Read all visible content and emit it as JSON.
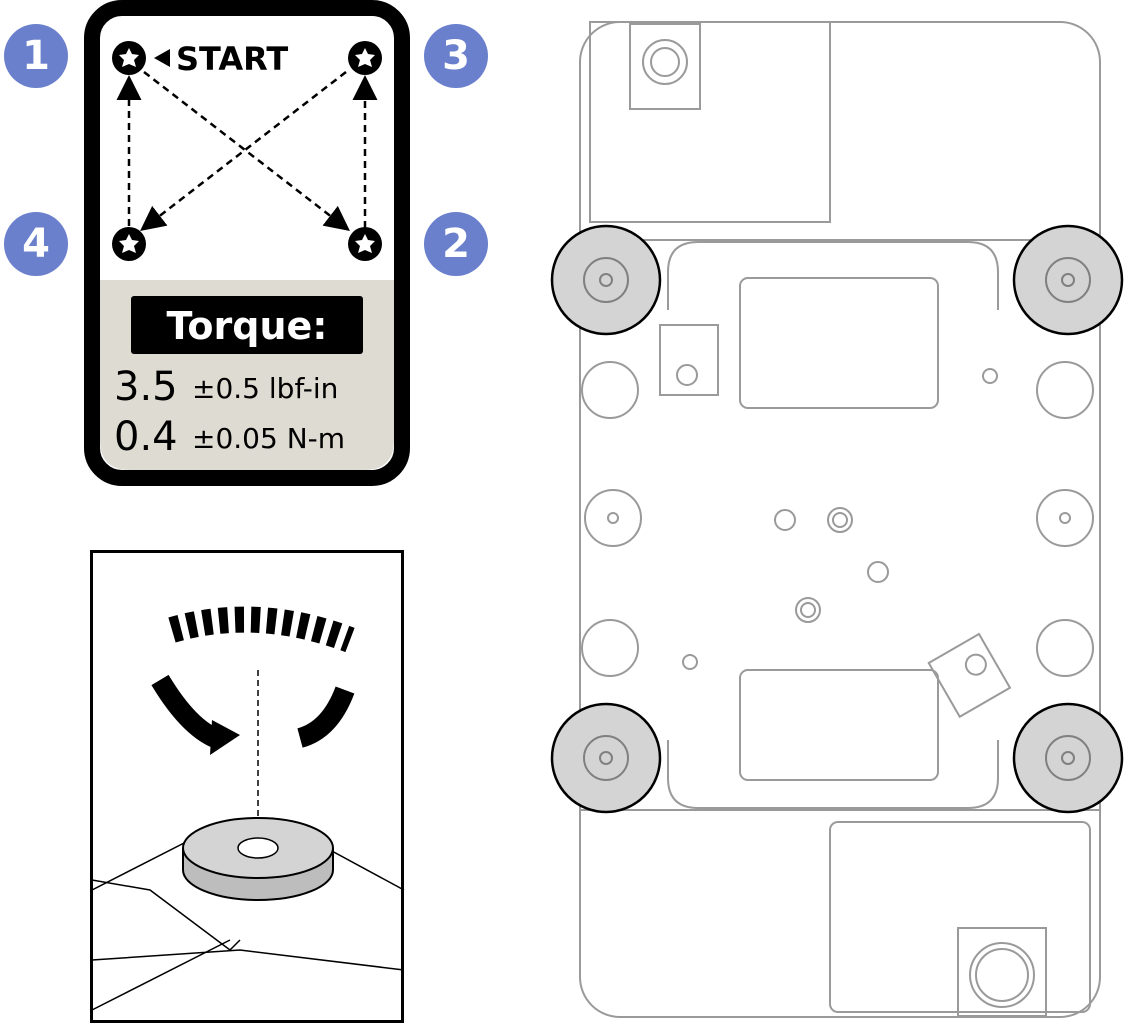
{
  "sequence_card": {
    "start_label": "START",
    "torque_title": "Torque:",
    "value_imperial": "3.5",
    "tolerance_imperial": "±0.5 lbf-in",
    "value_metric": "0.4",
    "tolerance_metric": "±0.05 N-m"
  },
  "badges": [
    "1",
    "3",
    "4",
    "2"
  ],
  "colors": {
    "badge": "#6a80cc",
    "card_border": "#000000",
    "card_lower": "#dedbd3",
    "screw_highlight": "#d4d4d4",
    "line_art": "#9a9a9a"
  }
}
